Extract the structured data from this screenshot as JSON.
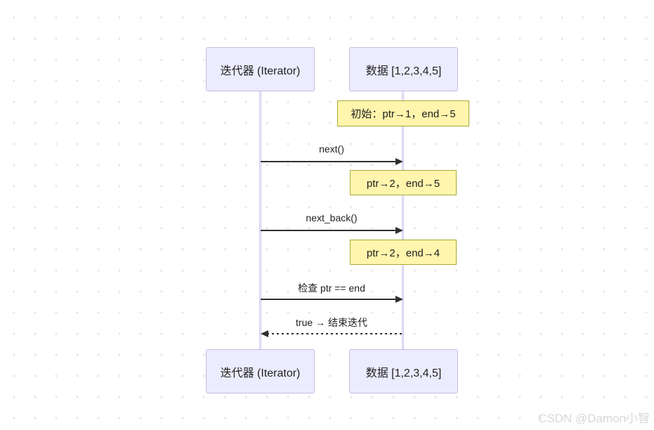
{
  "diagram": {
    "type": "sequence",
    "participants": [
      {
        "id": "iterator",
        "label": "迭代器 (Iterator)"
      },
      {
        "id": "data",
        "label": "数据 [1,2,3,4,5]"
      }
    ],
    "notes": [
      {
        "over": "data",
        "text": "初始：ptr→1，end→5"
      },
      {
        "over": "data",
        "text": "ptr→2，end→5"
      },
      {
        "over": "data",
        "text": "ptr→2，end→4"
      }
    ],
    "messages": [
      {
        "from": "iterator",
        "to": "data",
        "style": "solid",
        "label": "next()"
      },
      {
        "from": "iterator",
        "to": "data",
        "style": "solid",
        "label": "next_back()"
      },
      {
        "from": "iterator",
        "to": "data",
        "style": "solid",
        "label": "检查 ptr == end"
      },
      {
        "from": "data",
        "to": "iterator",
        "style": "dashed",
        "label": "true → 结束迭代"
      }
    ],
    "colors": {
      "participant_fill": "#ececff",
      "participant_border": "#c3bde4",
      "note_fill": "#fff5ad",
      "note_border": "#aaaa33",
      "arrow": "#2f2f2f",
      "lifeline": "#cfc9ec",
      "background_dot": "#e9e9e9"
    }
  },
  "watermark": {
    "text": "CSDN @Damon小智"
  }
}
